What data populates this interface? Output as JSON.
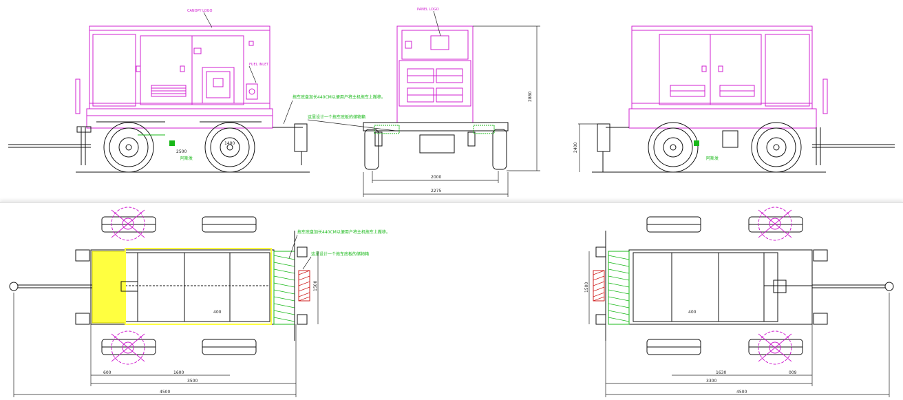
{
  "drawing": {
    "side_left": {
      "canopy_tag": "CANOPY LOGO",
      "fuel_tag": "FUEL INLET",
      "wheelbase_dim": "2500",
      "wheelbase_label": "阿斯发",
      "track_dim": "1400",
      "note_main": "拖车底盘加长440CM以便用户将主机拖车上搬移。",
      "note_sub": "这里设计一个拖车底板的储物箱"
    },
    "front": {
      "panel_tag": "PANEL LOGO",
      "height_dim": "2880",
      "inner_width_dim": "2000",
      "outer_width_dim": "2275"
    },
    "side_right": {
      "height_dim": "2400",
      "wheelbase_label": "阿斯发"
    },
    "plan_left": {
      "note_main": "拖车底盘加长440CM以便用户将主机拖车上搬移。",
      "note_sub": "这里设计一个拖车底板的储物箱",
      "width_dim": "1500",
      "dim_a": "600",
      "dim_b": "1600",
      "dim_c": "3500",
      "dim_total": "4500",
      "inner_dim": "400"
    },
    "plan_right": {
      "width_dim": "1500",
      "dim_a": "1630",
      "dim_b": "009",
      "dim_c": "3300",
      "dim_total": "4500",
      "inner_dim": "400"
    }
  }
}
